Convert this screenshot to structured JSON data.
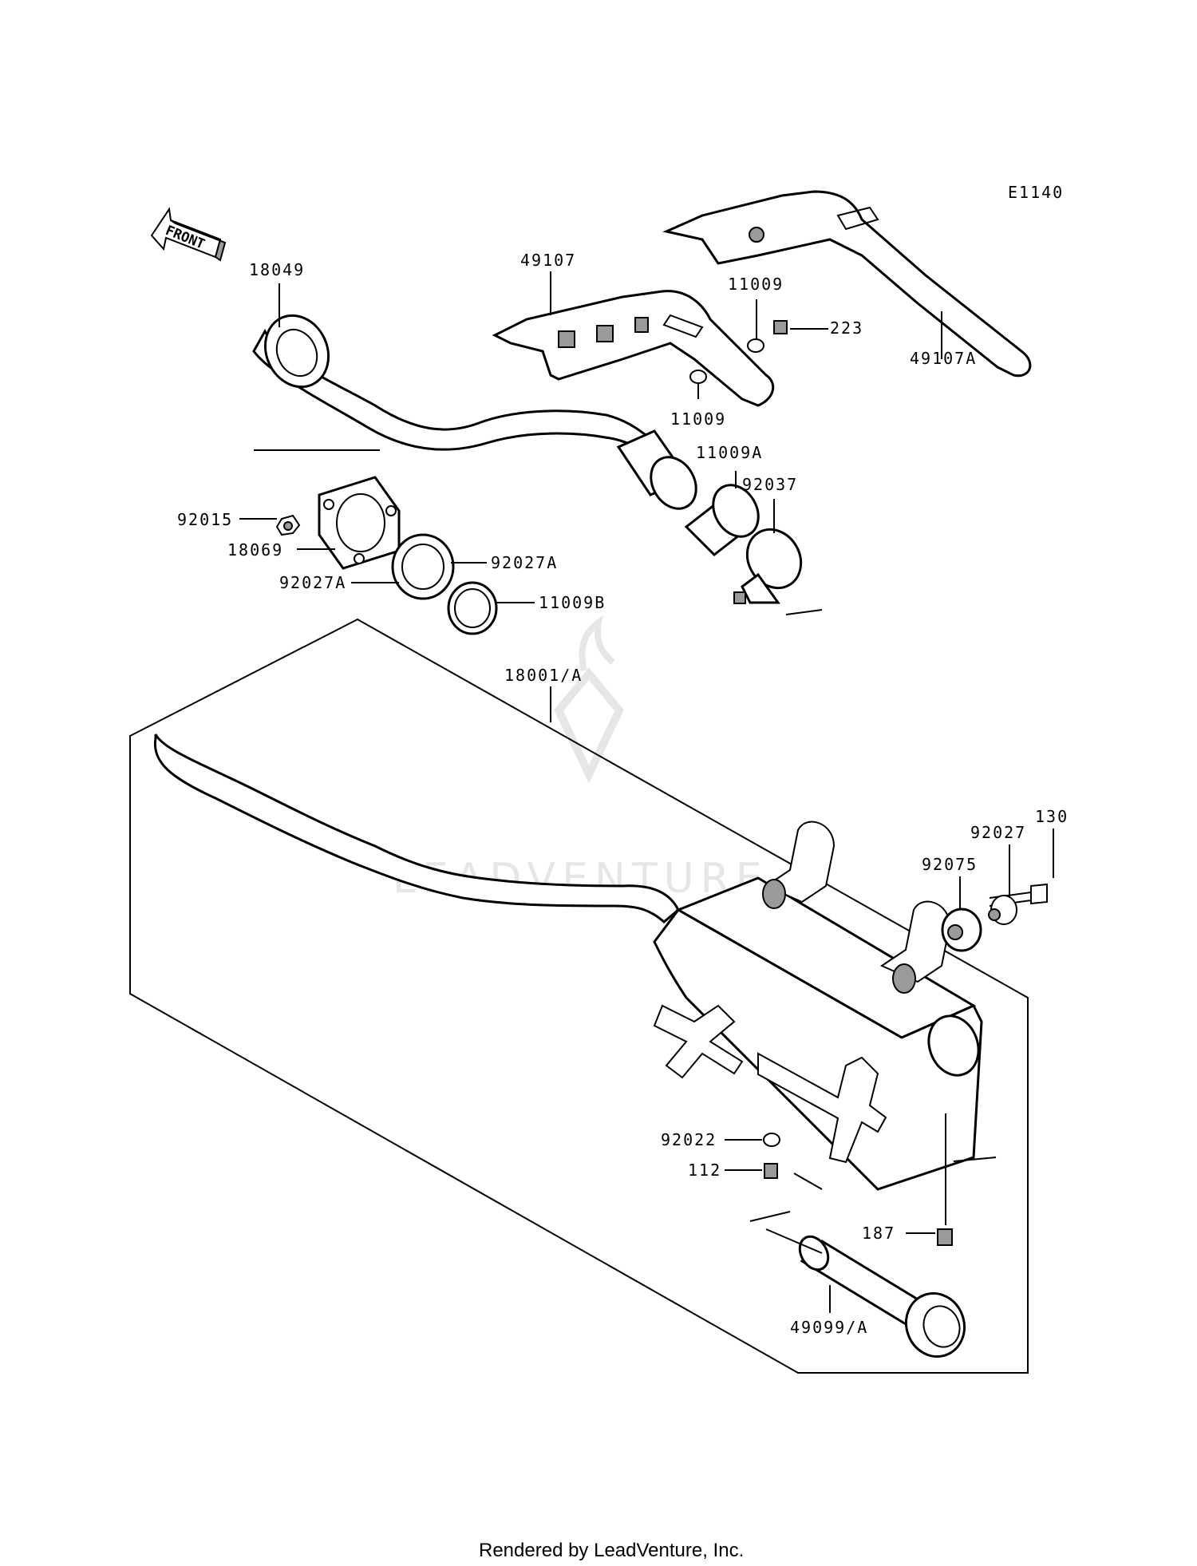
{
  "diagram_code": "E1140",
  "front_arrow_label": "FRONT",
  "watermark": "LEADVENTURE",
  "footer": "Rendered by LeadVenture, Inc.",
  "labels": {
    "l18049": "18049",
    "l49107": "49107",
    "l11009_top": "11009",
    "l223": "223",
    "l49107A": "49107A",
    "l11009_bot": "11009",
    "l11009A": "11009A",
    "l92037": "92037",
    "l92015": "92015",
    "l18069": "18069",
    "l92027A_r": "92027A",
    "l92027A_l": "92027A",
    "l11009B": "11009B",
    "l18001A": "18001/A",
    "l130": "130",
    "l92027": "92027",
    "l92075": "92075",
    "l92022": "92022",
    "l112": "112",
    "l187": "187",
    "l49099A": "49099/A"
  }
}
